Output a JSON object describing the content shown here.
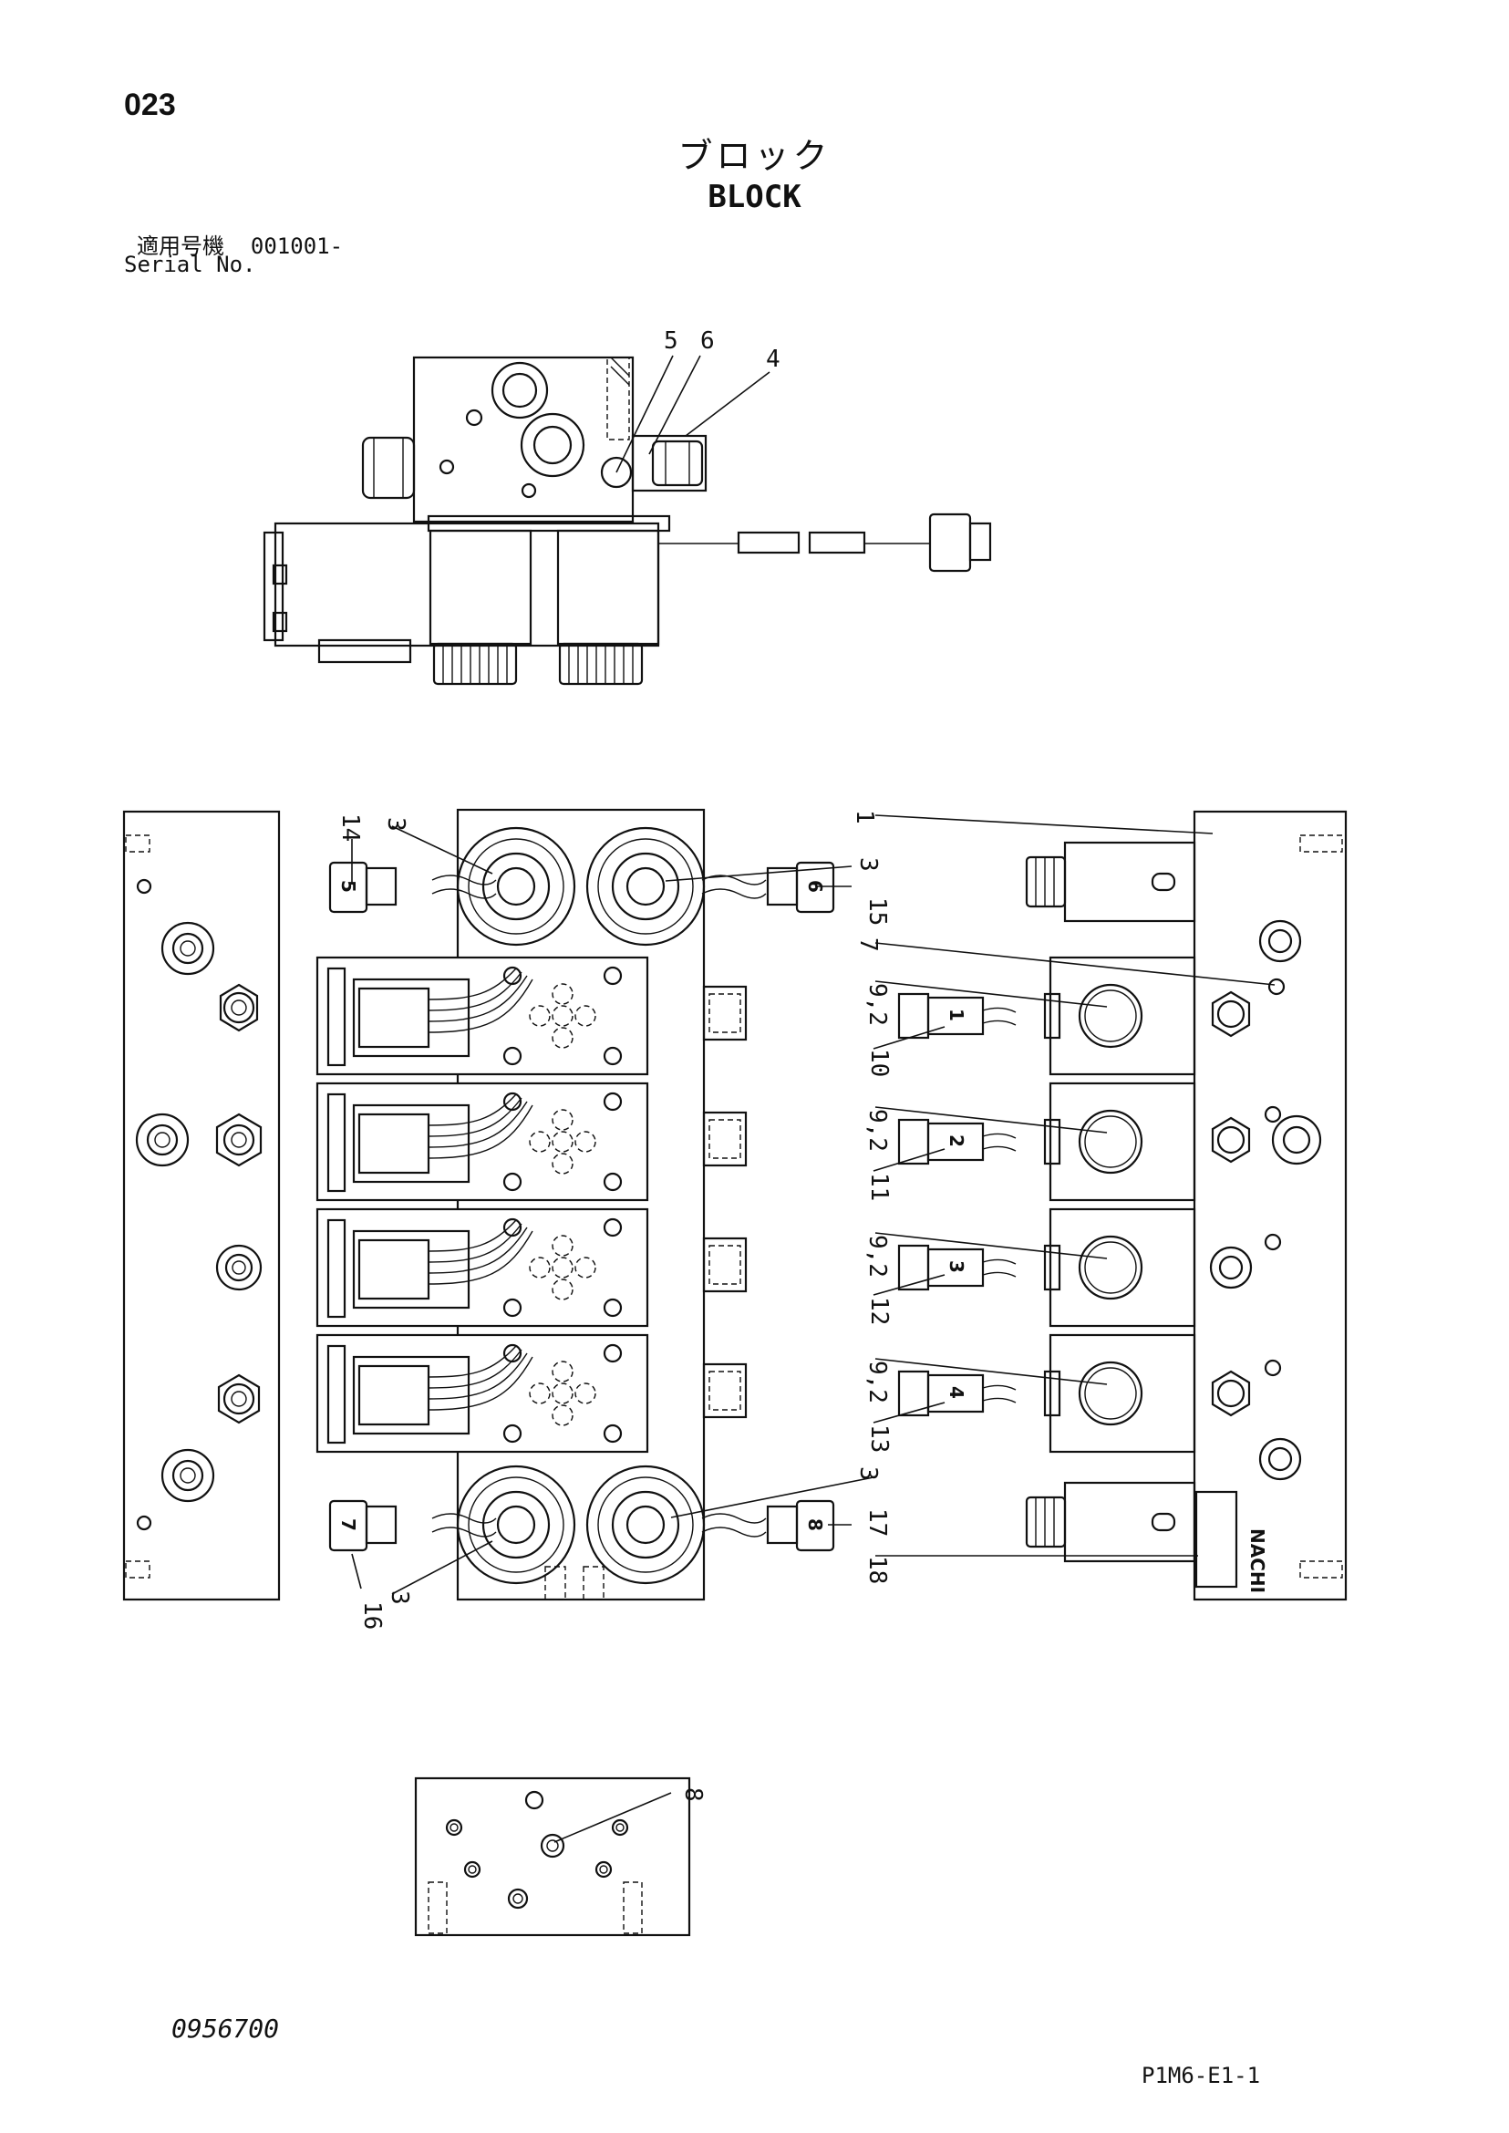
{
  "header": {
    "page_number": "023",
    "title_jp": "ブロック",
    "title_en": "BLOCK",
    "serial_label_jp": "適用号機",
    "serial_value": "001001-",
    "serial_label_en": "Serial No."
  },
  "footer": {
    "doc_number": "0956700",
    "page_code": "P1M6-E1-1"
  },
  "callouts": {
    "top_view": [
      "5",
      "6",
      "4"
    ],
    "bottom_view": [
      "8"
    ],
    "left_side": [
      "14",
      "3",
      "16",
      "3"
    ],
    "right_side": [
      "1",
      "3",
      "15",
      "7",
      "9,2",
      "10",
      "9,2",
      "11",
      "9,2",
      "12",
      "9,2",
      "13",
      "3",
      "17",
      "18"
    ]
  },
  "connector_labels": [
    "5",
    "6",
    "1",
    "2",
    "3",
    "4",
    "7",
    "8"
  ],
  "maker_mark": "NACHI"
}
